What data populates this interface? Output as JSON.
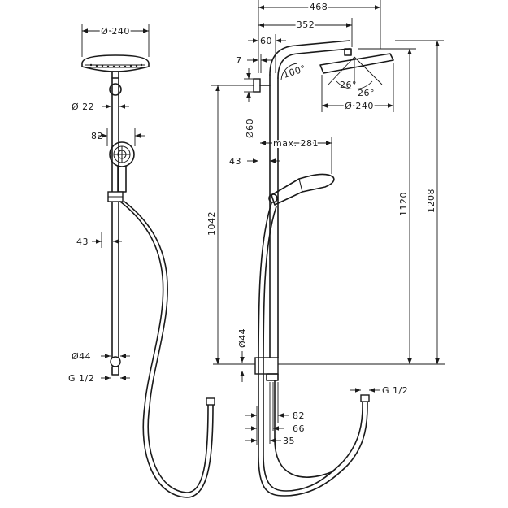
{
  "left_view": {
    "dim_head_diameter": "Ø 240",
    "dim_rail_diameter": "Ø 22",
    "dim_handshower_width": "82",
    "dim_rail_offset": "43",
    "dim_outlet_diameter": "Ø44",
    "dim_connection": "G 1/2"
  },
  "right_view": {
    "dim_total_width": "468",
    "dim_head_arm_length": "352",
    "dim_wall_offset": "60",
    "dim_small_offset": "7",
    "dim_arm_angle": "100°",
    "dim_tilt_angle_left": "26°",
    "dim_tilt_angle_right": "26°",
    "dim_head_diameter": "Ø 240",
    "dim_bracket_diameter": "Ø60",
    "dim_max_reach": "max. 281",
    "dim_rail_offset": "43",
    "dim_rail_height": "1042",
    "dim_outlet_diameter": "Ø44",
    "dim_arm_height": "1120",
    "dim_total_height": "1208",
    "dim_bottom_82": "82",
    "dim_bottom_66": "66",
    "dim_bottom_35": "35",
    "dim_connection": "G 1/2"
  }
}
